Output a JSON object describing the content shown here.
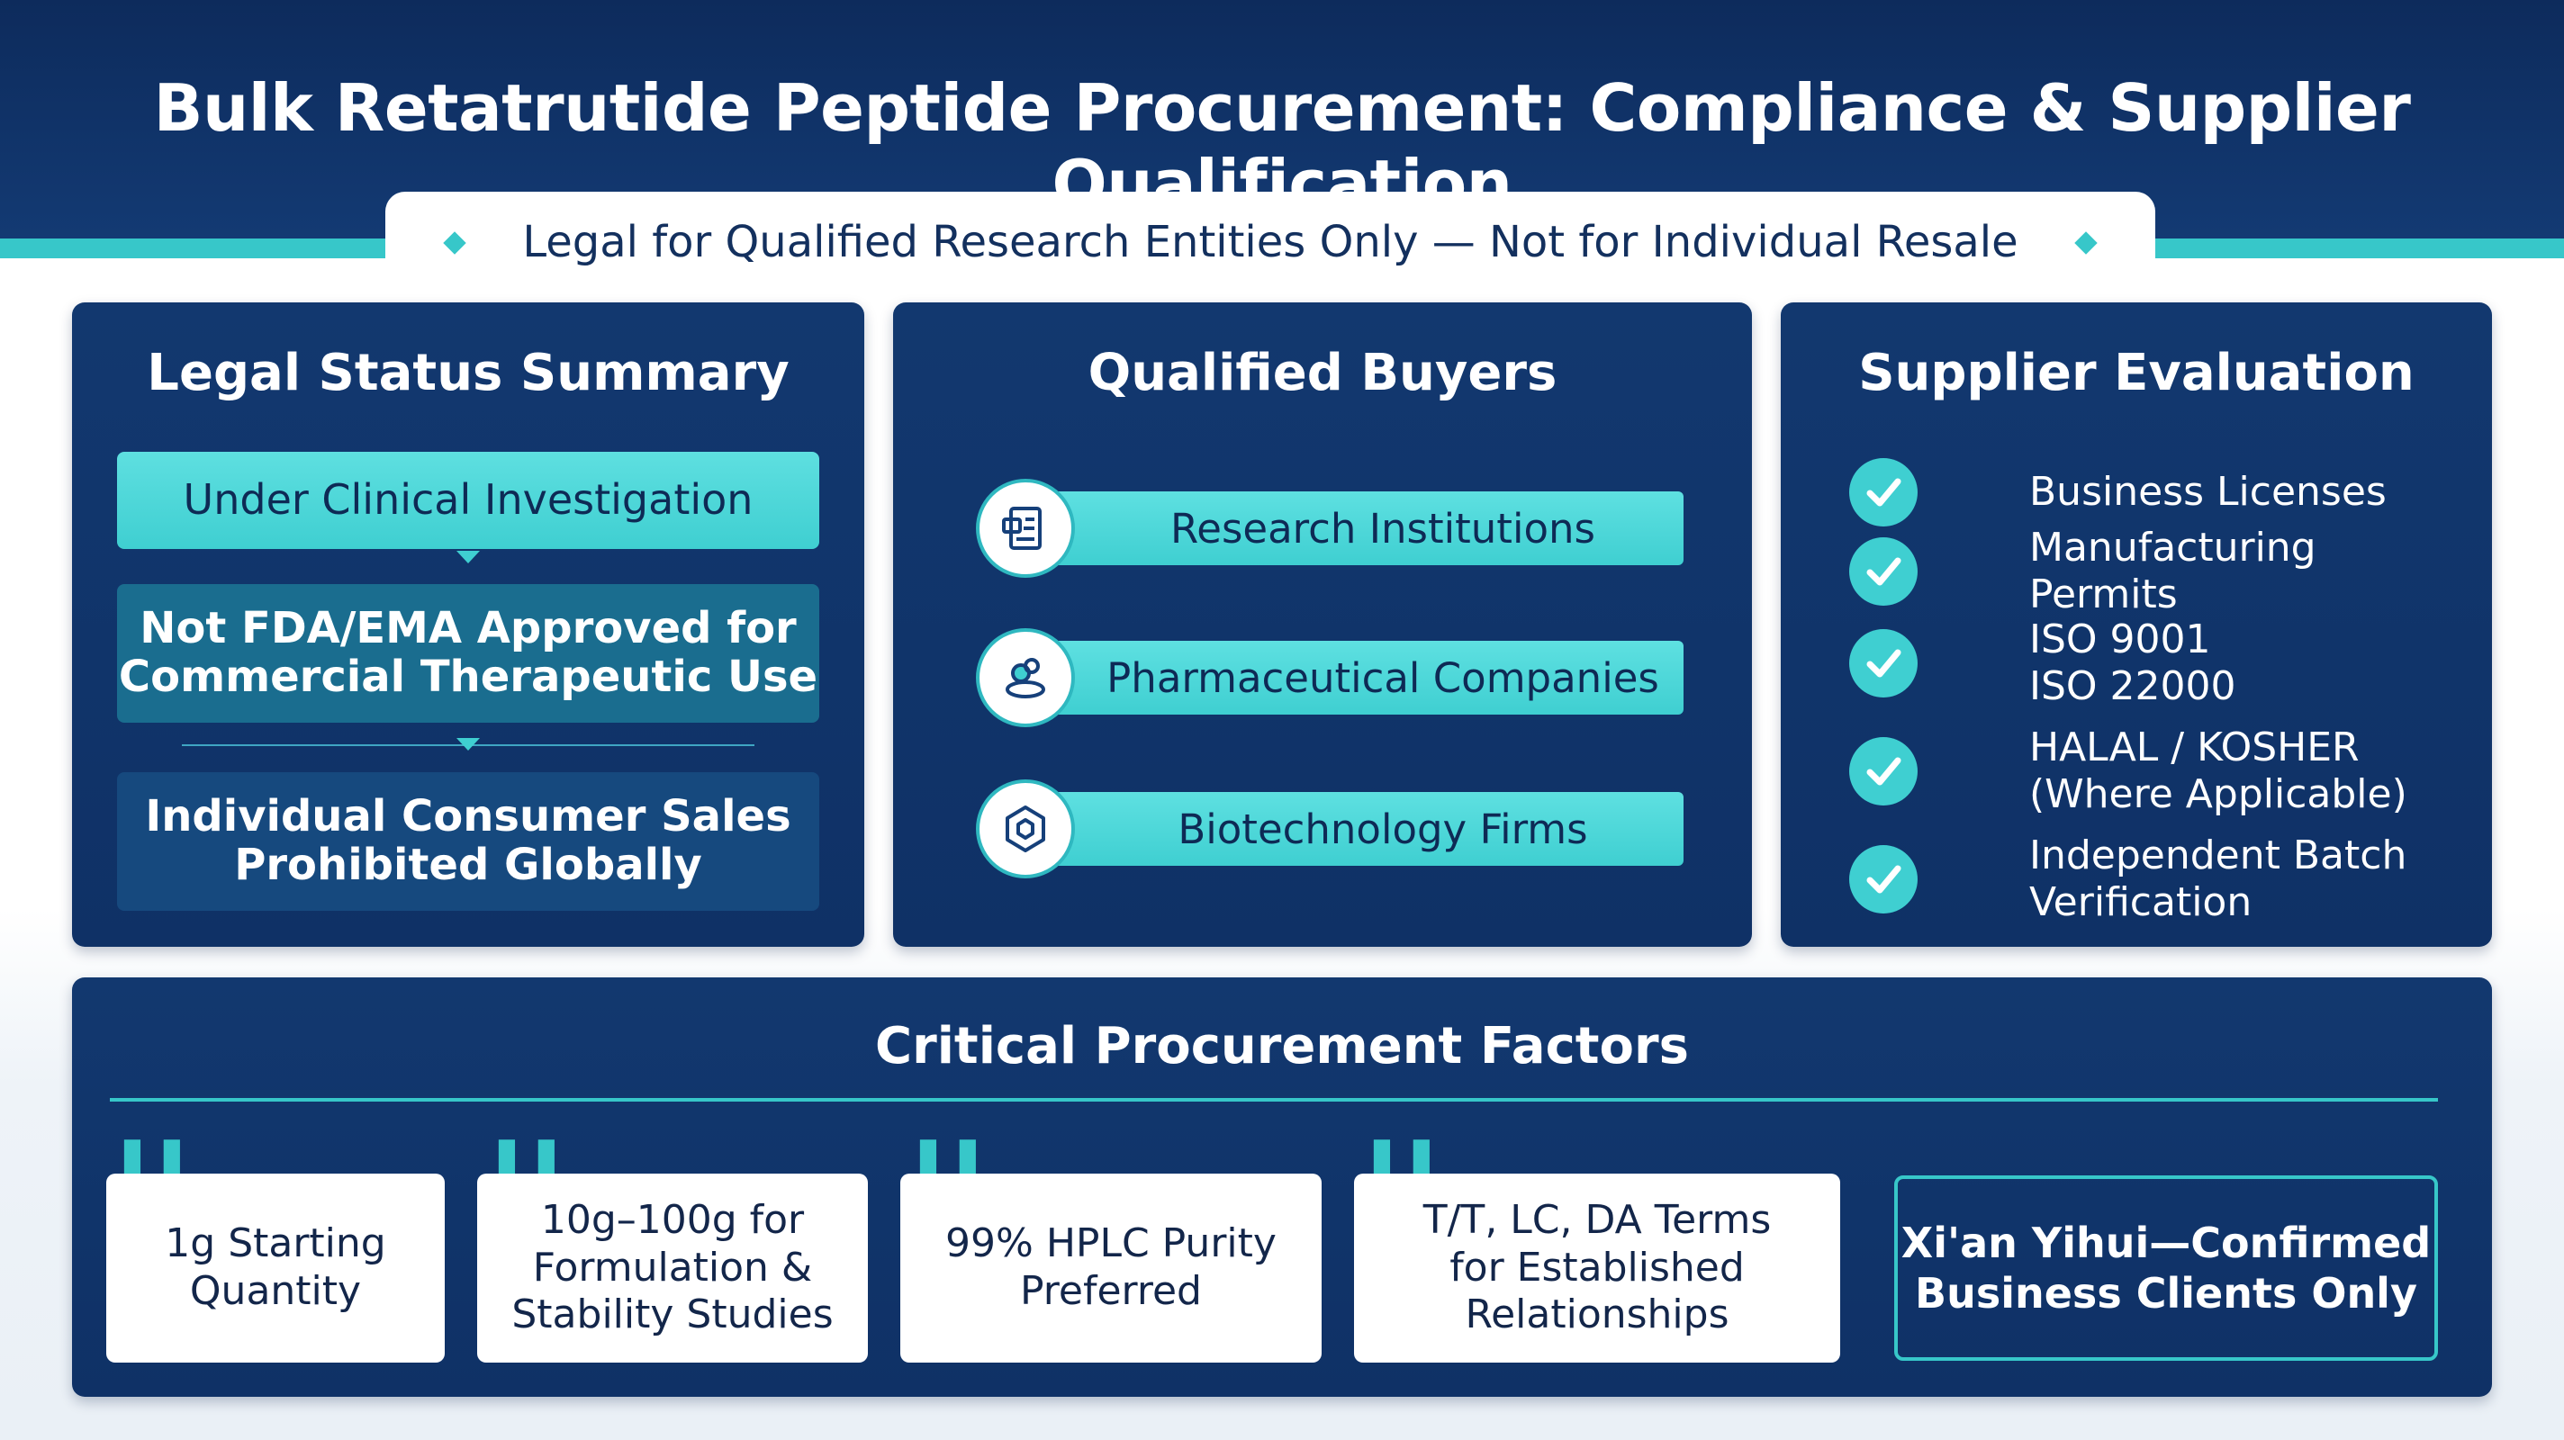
{
  "header": {
    "title": "Bulk Retatrutide Peptide Procurement: Compliance & Supplier Qualification",
    "subtitle": "Legal for Qualified Research Entities Only — Not for Individual Resale"
  },
  "legal_status": {
    "title": "Legal Status Summary",
    "items": [
      "Under Clinical Investigation",
      "Not FDA/EMA Approved for\nCommercial Therapeutic Use",
      "Individual Consumer Sales\nProhibited Globally"
    ]
  },
  "qualified_buyers": {
    "title": "Qualified Buyers",
    "items": [
      {
        "label": "Research Institutions",
        "icon": "document-icon"
      },
      {
        "label": "Pharmaceutical Companies",
        "icon": "pills-icon"
      },
      {
        "label": "Biotechnology Firms",
        "icon": "hexagon-icon"
      }
    ]
  },
  "supplier_evaluation": {
    "title": "Supplier Evaluation",
    "items": [
      "Business Licenses",
      "Manufacturing Permits",
      "ISO 9001\nISO 22000",
      "HALAL / KOSHER\n(Where Applicable)",
      "Independent Batch\nVerification"
    ]
  },
  "procurement_factors": {
    "title": "Critical Procurement Factors",
    "items": [
      "1g Starting\nQuantity",
      "10g–100g for\nFormulation &\nStability Studies",
      "99% HPLC Purity\nPreferred",
      "T/T, LC, DA Terms\nfor Established\nRelationships"
    ],
    "highlight": "Xi'an Yihui—Confirmed\nBusiness Clients Only"
  },
  "colors": {
    "navy": "#12386f",
    "teal": "#37c7c9",
    "white": "#ffffff"
  }
}
